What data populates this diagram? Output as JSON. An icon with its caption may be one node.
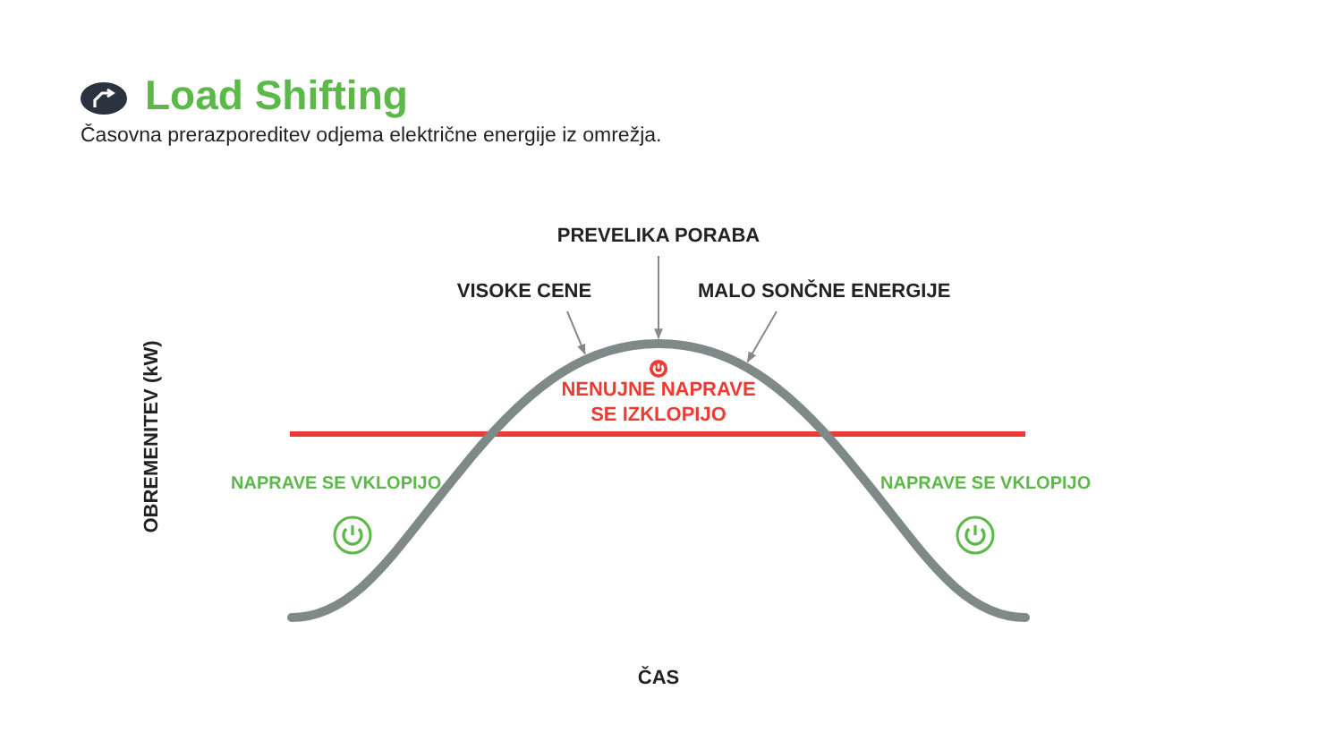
{
  "diagram": {
    "title": "Load Shifting",
    "nodes": [
      {
        "text": [
          "VISOKE CENE"
        ]
      },
      {
        "text": [
          "PREVELIKA PORABA"
        ]
      },
      {
        "text": [
          "MALO SONČNE ENERGIJE"
        ]
      },
      {
        "text": [],
        "shape": "curve"
      }
    ],
    "edges": [
      {
        "from": 0,
        "to": 3,
        "arrow": "to"
      },
      {
        "from": 1,
        "to": 3,
        "arrow": "to"
      },
      {
        "from": 2,
        "to": 3,
        "arrow": "to"
      }
    ],
    "labels": [
      "Časovna prerazporeditev odjema električne energije iz omrežja.",
      "NENUJNE NAPRAVE SE IZKLOPIJO",
      "NAPRAVE SE VKLOPIJO",
      "NAPRAVE SE VKLOPIJO",
      "OBREMENITEV (kW)",
      "ČAS"
    ]
  }
}
